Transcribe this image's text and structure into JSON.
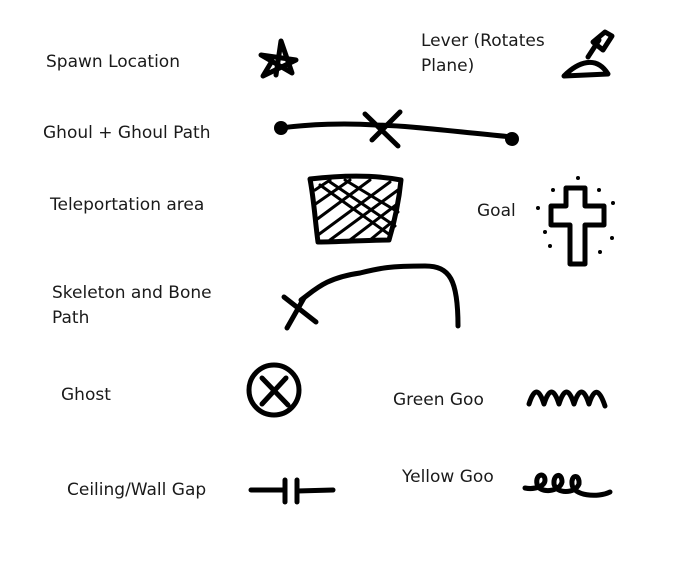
{
  "legend": {
    "items": [
      {
        "key": "spawn",
        "label": "Spawn Location",
        "symbol": "star-icon"
      },
      {
        "key": "lever",
        "label_line1": "Lever (Rotates",
        "label_line2": "Plane)",
        "symbol": "lever-icon"
      },
      {
        "key": "ghoul",
        "label": "Ghoul + Ghoul Path",
        "symbol": "ghoul-path-icon"
      },
      {
        "key": "teleport",
        "label": "Teleportation area",
        "symbol": "teleport-area-icon"
      },
      {
        "key": "goal",
        "label": "Goal",
        "symbol": "cross-icon"
      },
      {
        "key": "skeleton",
        "label_line1": "Skeleton and Bone",
        "label_line2": "Path",
        "symbol": "skeleton-path-icon"
      },
      {
        "key": "ghost",
        "label": "Ghost",
        "symbol": "ghost-icon"
      },
      {
        "key": "green_goo",
        "label": "Green Goo",
        "symbol": "green-goo-icon"
      },
      {
        "key": "ceiling_gap",
        "label": "Ceiling/Wall Gap",
        "symbol": "gap-icon"
      },
      {
        "key": "yellow_goo",
        "label": "Yellow Goo",
        "symbol": "yellow-goo-icon"
      }
    ]
  },
  "colors": {
    "background": "#ffffff",
    "ink": "#000000",
    "text": "#1a1a1a"
  }
}
